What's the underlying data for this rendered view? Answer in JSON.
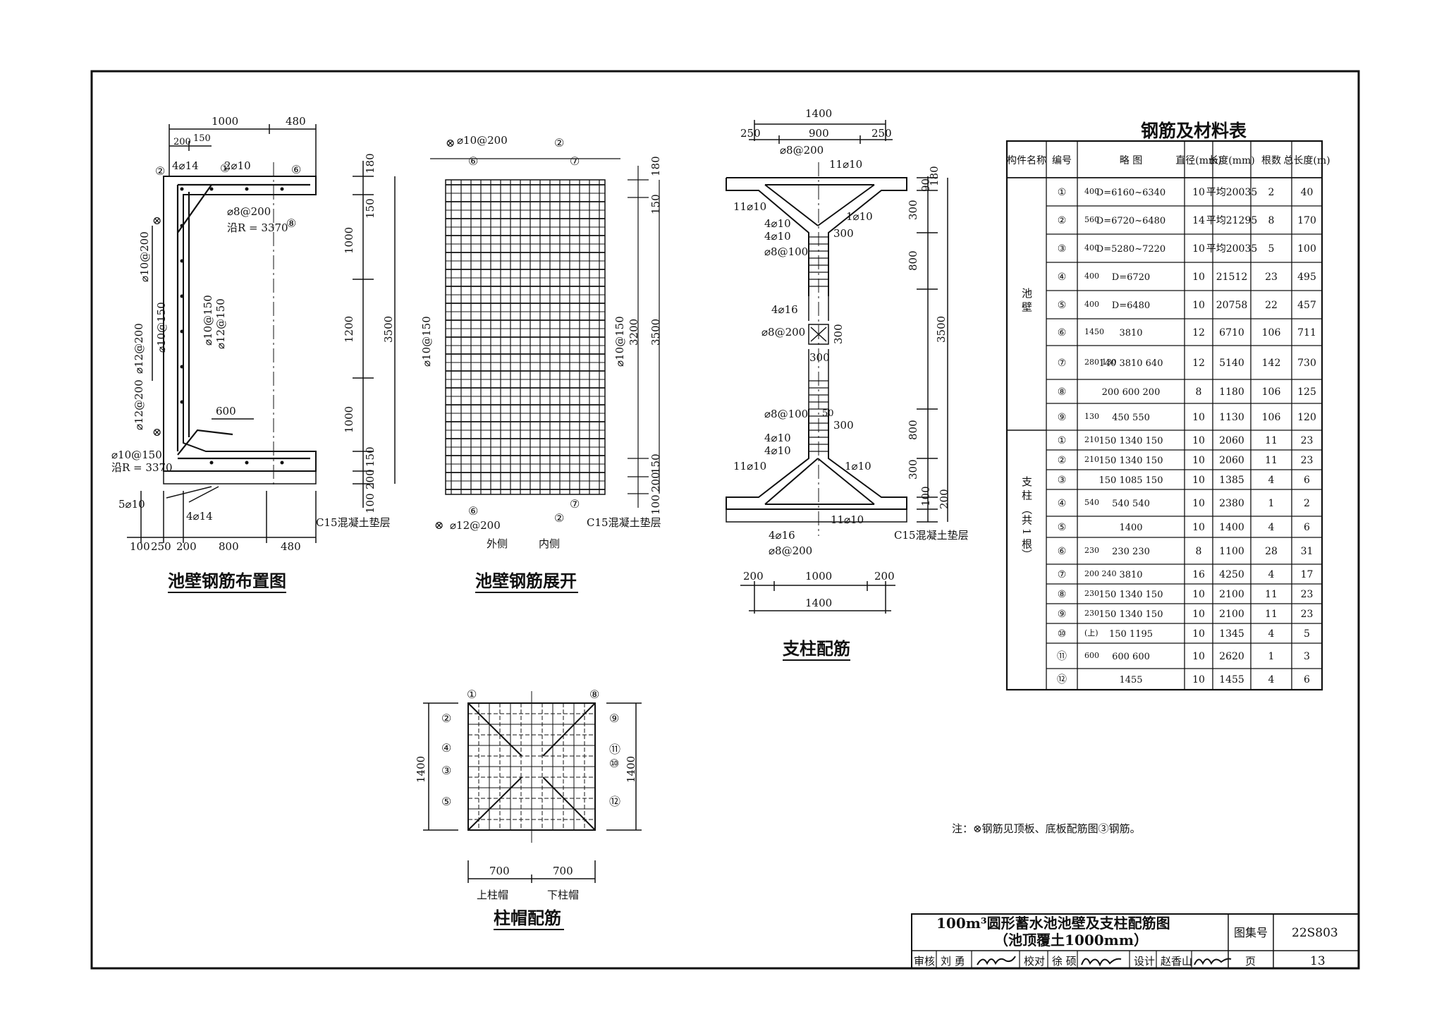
{
  "views": {
    "wall_layout": {
      "title": "池壁钢筋布置图",
      "top_dims": [
        "1000",
        "480",
        "200",
        "150"
      ],
      "bottom_dims": [
        "100",
        "250",
        "200",
        "800",
        "480"
      ],
      "right_dims": [
        "180",
        "150",
        "1000",
        "1200",
        "1000",
        "150",
        "200",
        "100",
        "3500"
      ],
      "bars": [
        "4⌀14",
        "2⌀10",
        "⌀8@200",
        "沿R = 3370",
        "⌀10@200",
        "⌀10@150",
        "⌀12@200",
        "⌀10@150",
        "⌀12@150",
        "⌀12@200",
        "600",
        "⌀10@150",
        "沿R = 3370",
        "5⌀10",
        "4⌀14"
      ],
      "pad": "C15混凝土垫层"
    },
    "wall_unfold": {
      "title": "池壁钢筋展开",
      "top_labels": [
        "⌀10@200"
      ],
      "side_labels": [
        "⌀10@150",
        "⌀10@150",
        "⌀12@200"
      ],
      "right_dims": [
        "180",
        "150",
        "3200",
        "3500",
        "150",
        "200",
        "100"
      ],
      "bottom_words": [
        "外侧",
        "内侧"
      ],
      "pad": "C15混凝土垫层"
    },
    "column": {
      "title": "支柱配筋",
      "top_dims": [
        "1400",
        "250",
        "900",
        "250"
      ],
      "bottom_dims": [
        "200",
        "1000",
        "200",
        "1400"
      ],
      "bars": [
        "⌀8@200",
        "11⌀10",
        "11⌀10",
        "4⌀10",
        "4⌀10",
        "⌀8@100",
        "1⌀10",
        "300",
        "4⌀16",
        "⌀8@200",
        "300",
        "300",
        "⌀8@100",
        "300",
        "4⌀10",
        "4⌀10",
        "11⌀10",
        "1⌀10",
        "11⌀10",
        "4⌀16",
        "⌀8@200",
        "50"
      ],
      "right_dims": [
        "180",
        "90",
        "300",
        "800",
        "3500",
        "800",
        "300",
        "100",
        "200"
      ],
      "pad": "C15混凝土垫层"
    },
    "cap": {
      "title": "柱帽配筋",
      "dims": [
        "1400",
        "1400",
        "700",
        "700"
      ],
      "captions": [
        "上柱帽",
        "下柱帽"
      ]
    }
  },
  "table": {
    "title": "钢筋及材料表",
    "headers": [
      "构件名称",
      "编号",
      "略  图",
      "直径(mm)",
      "长度(mm)",
      "根数",
      "总长度(m)"
    ],
    "groups": [
      {
        "name": "池  壁",
        "rows": 9
      },
      {
        "name": "支  柱  （共  1  根）",
        "rows": 12
      }
    ],
    "rows": [
      {
        "no": "①",
        "sketch": "D=6160~6340",
        "side": "400",
        "dia": "10",
        "len": "平均20035",
        "cnt": "2",
        "total": "40"
      },
      {
        "no": "②",
        "sketch": "D=6720~6480",
        "side": "560",
        "dia": "14",
        "len": "平均21295",
        "cnt": "8",
        "total": "170"
      },
      {
        "no": "③",
        "sketch": "D=5280~7220",
        "side": "400",
        "dia": "10",
        "len": "平均20035",
        "cnt": "5",
        "total": "100"
      },
      {
        "no": "④",
        "sketch": "D=6720",
        "side": "400",
        "dia": "10",
        "len": "21512",
        "cnt": "23",
        "total": "495"
      },
      {
        "no": "⑤",
        "sketch": "D=6480",
        "side": "400",
        "dia": "10",
        "len": "20758",
        "cnt": "22",
        "total": "457"
      },
      {
        "no": "⑥",
        "sketch": "3810",
        "side": "1450",
        "dia": "12",
        "len": "6710",
        "cnt": "106",
        "total": "711"
      },
      {
        "no": "⑦",
        "sketch": "140 3810 640",
        "side": "280 130",
        "dia": "12",
        "len": "5140",
        "cnt": "142",
        "total": "730"
      },
      {
        "no": "⑧",
        "sketch": "200 600 200",
        "side": "",
        "dia": "8",
        "len": "1180",
        "cnt": "106",
        "total": "125"
      },
      {
        "no": "⑨",
        "sketch": "450 550",
        "side": "130",
        "dia": "10",
        "len": "1130",
        "cnt": "106",
        "total": "120"
      },
      {
        "no": "①",
        "sketch": "150 1340 150",
        "side": "210",
        "dia": "10",
        "len": "2060",
        "cnt": "11",
        "total": "23"
      },
      {
        "no": "②",
        "sketch": "150 1340 150",
        "side": "210",
        "dia": "10",
        "len": "2060",
        "cnt": "11",
        "total": "23"
      },
      {
        "no": "③",
        "sketch": "150 1085 150",
        "side": "",
        "dia": "10",
        "len": "1385",
        "cnt": "4",
        "total": "6"
      },
      {
        "no": "④",
        "sketch": "540 540",
        "side": "540",
        "dia": "10",
        "len": "2380",
        "cnt": "1",
        "total": "2"
      },
      {
        "no": "⑤",
        "sketch": "1400",
        "side": "",
        "dia": "10",
        "len": "1400",
        "cnt": "4",
        "total": "6"
      },
      {
        "no": "⑥",
        "sketch": "230 230",
        "side": "230",
        "dia": "8",
        "len": "1100",
        "cnt": "28",
        "total": "31"
      },
      {
        "no": "⑦",
        "sketch": "3810",
        "side": "200 240",
        "dia": "16",
        "len": "4250",
        "cnt": "4",
        "total": "17"
      },
      {
        "no": "⑧",
        "sketch": "150 1340 150",
        "side": "230",
        "dia": "10",
        "len": "2100",
        "cnt": "11",
        "total": "23"
      },
      {
        "no": "⑨",
        "sketch": "150 1340 150",
        "side": "230",
        "dia": "10",
        "len": "2100",
        "cnt": "11",
        "total": "23"
      },
      {
        "no": "⑩",
        "sketch": "150 1195",
        "side": "(上)",
        "dia": "10",
        "len": "1345",
        "cnt": "4",
        "total": "5"
      },
      {
        "no": "⑪",
        "sketch": "600 600",
        "side": "600",
        "dia": "10",
        "len": "2620",
        "cnt": "1",
        "total": "3"
      },
      {
        "no": "⑫",
        "sketch": "1455",
        "side": "",
        "dia": "10",
        "len": "1455",
        "cnt": "4",
        "total": "6"
      }
    ]
  },
  "note": "注：⊗钢筋见顶板、底板配筋图③钢筋。",
  "title_block": {
    "title_line1": "100m³圆形蓄水池池壁及支柱配筋图",
    "title_line2": "（池顶覆土1000mm）",
    "atlas_label": "图集号",
    "atlas_no": "22S803",
    "page_label": "页",
    "page_no": "13",
    "review_label": "审核",
    "reviewer": "刘 勇",
    "check_label": "校对",
    "checker": "徐 硕",
    "design_label": "设计",
    "designer": "赵香山"
  }
}
